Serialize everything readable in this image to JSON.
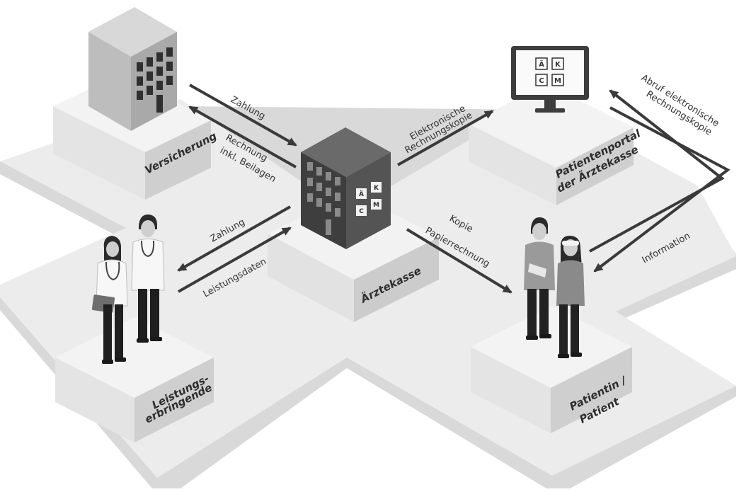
{
  "nodes": {
    "insurance": "Versicherung",
    "provider_1": "Leistungs-",
    "provider_2": "erbringende",
    "center": "Ärztekasse",
    "portal_1": "Patientenportal",
    "portal_2": "der Ärztekasse",
    "patient_1": "Patientin /",
    "patient_2": "Patient"
  },
  "logo_keys": [
    "Ä",
    "K",
    "C",
    "M"
  ],
  "arrows": {
    "insurance_payment": "Zahlung",
    "invoice_1": "Rechnung",
    "invoice_2": "inkl. Beilagen",
    "provider_payment": "Zahlung",
    "service_data": "Leistungsdaten",
    "electronic_1": "Elektronische",
    "electronic_2": "Rechnungskopie",
    "paper_1": "Kopie",
    "paper_2": "Papierrechnung",
    "retrieval_1": "Abruf elektronische",
    "retrieval_2": "Rechnungskopie",
    "information": "Information"
  },
  "colors": {
    "platform_top": "#ececec",
    "platform_side": "#dadada",
    "block_left": "#e3e3e3",
    "block_right": "#cfcfcf",
    "arrow": "#3a3a3a",
    "building_dark": "#4d4d4d"
  }
}
